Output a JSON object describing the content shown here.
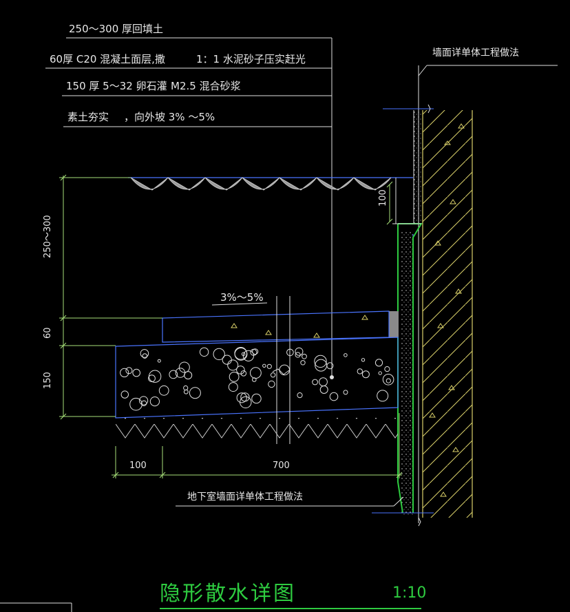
{
  "layer_notes": [
    {
      "text": "250～300  厚回填土"
    },
    {
      "text": "60厚  C20  混凝土面层,撒",
      "extra": "1：1 水泥砂子压实赶光"
    },
    {
      "text": "150  厚  5～32  卵石灌",
      "extra": "M2.5  混合砂浆"
    },
    {
      "text": "素土夯实",
      "extra": "，向外坡    3%  ～5%"
    }
  ],
  "wall_note": "墙面详单体工程做法",
  "basement_note": "地下室墙面详单体工程做法",
  "slope_label": "3%～5%",
  "dim_100_vertical": "100",
  "vertical_dims": [
    "250～300",
    "60",
    "150"
  ],
  "horizontal_dims": [
    "100",
    "700"
  ],
  "title": "隐形散水详图",
  "scale": "1:10",
  "colors": {
    "background": "#000000",
    "concrete": "#dcd26a",
    "soil_hatch": "#c9c9c9",
    "leader": "#e0e0e0",
    "dimension": "#a7e07a",
    "waterproof": "#2ecc40",
    "outline": "#4a74ff",
    "title": "#2ecc40"
  }
}
